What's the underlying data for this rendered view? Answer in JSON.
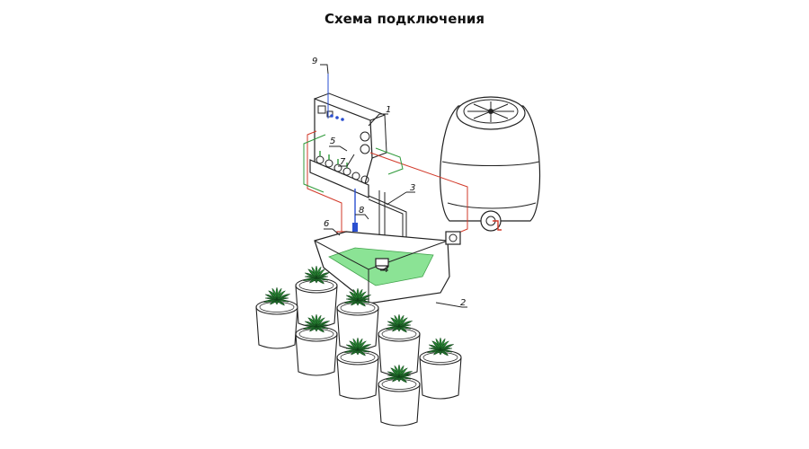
{
  "title": "Схема подключения",
  "colors": {
    "water": "#7fe08a",
    "hose_red": "#d23a2a",
    "hose_green": "#2f9a3a",
    "cable_blue": "#2a4fd0",
    "plant": "#1f6b2a",
    "outline": "#222222"
  },
  "callouts": {
    "c1": "1",
    "c2": "2",
    "c3": "3",
    "c4": "4",
    "c5": "5",
    "c6": "6",
    "c7": "7",
    "c8": "8",
    "c9": "9"
  }
}
